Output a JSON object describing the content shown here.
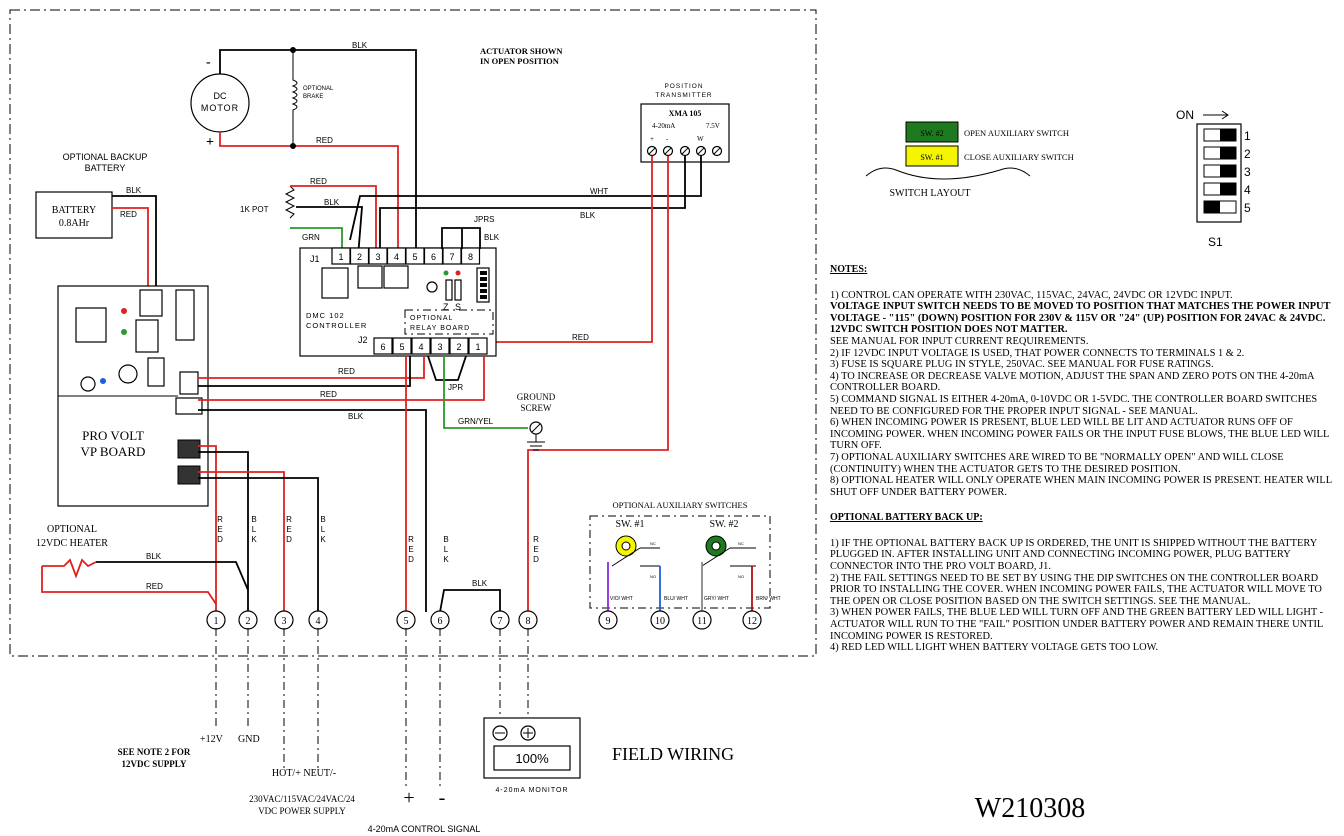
{
  "labels": {
    "actuator_note_1": "ACTUATOR SHOWN",
    "actuator_note_2": "IN OPEN POSITION",
    "dc_motor_1": "DC",
    "dc_motor_2": "MOTOR",
    "motor_minus": "-",
    "motor_plus": "+",
    "optional_brake_1": "OPTIONAL",
    "optional_brake_2": "BRAKE",
    "backup_battery_1": "OPTIONAL BACKUP",
    "backup_battery_2": "BATTERY",
    "battery_1": "BATTERY",
    "battery_2": "0.8AHr",
    "pot": "1K POT",
    "position_transmitter_1": "POSITION",
    "position_transmitter_2": "TRANSMITTER",
    "xma": "XMA 105",
    "xma_420": "4-20mA",
    "xma_75v": "7.5V",
    "xma_plus": "+",
    "xma_minus": "-",
    "xma_w": "W",
    "jprs": "JPRS",
    "jpr": "JPR",
    "j1": "J1",
    "j2": "J2",
    "controller_1": "DMC 102",
    "controller_2": "CONTROLLER",
    "relay_board_1": "OPTIONAL",
    "relay_board_2": "RELAY BOARD",
    "z": "Z",
    "s": "S",
    "pro_volt_1": "PRO VOLT",
    "pro_volt_2": "VP BOARD",
    "heater_1": "OPTIONAL",
    "heater_2": "12VDC HEATER",
    "ground_1": "GROUND",
    "ground_2": "SCREW",
    "aux_switches": "OPTIONAL AUXILIARY SWITCHES",
    "sw1": "SW. #1",
    "sw2": "SW. #2",
    "switch_layout": "SWITCH LAYOUT",
    "sw2_tag": "SW. #2",
    "sw1_tag": "SW. #1",
    "open_aux": "OPEN AUXILIARY SWITCH",
    "close_aux": "CLOSE AUXILIARY SWITCH",
    "on": "ON",
    "s1": "S1",
    "plus12": "+12V",
    "gnd": "GND",
    "see_note_1": "SEE NOTE 2 FOR",
    "see_note_2": "12VDC SUPPLY",
    "hot_neut": "HOT/+ NEUT/-",
    "power_supply_1": "230VAC/115VAC/24VAC/24",
    "power_supply_2": "VDC POWER SUPPLY",
    "control_signal": "4-20mA CONTROL SIGNAL",
    "sig_plus": "+",
    "sig_minus": "-",
    "monitor_value": "100%",
    "monitor_label": "4-20mA MONITOR",
    "field_wiring": "FIELD WIRING",
    "drawing_number": "W210308",
    "blk": "BLK",
    "red": "RED",
    "wht": "WHT",
    "grn": "GRN",
    "grn_yel": "GRN/YEL",
    "vio_wht": "VIO/ WHT",
    "blu_wht": "BLU/ WHT",
    "gry_wht": "GRY/ WHT",
    "brn_wht": "BRN/ WHT",
    "nc": "NC",
    "no": "NO",
    "c": "C"
  },
  "j1_pins": [
    "1",
    "2",
    "3",
    "4",
    "5",
    "6",
    "7",
    "8"
  ],
  "j2_pins": [
    "6",
    "5",
    "4",
    "3",
    "2",
    "1"
  ],
  "dip_switches": [
    "1",
    "2",
    "3",
    "4",
    "5"
  ],
  "field_terminals": [
    "1",
    "2",
    "3",
    "4",
    "5",
    "6",
    "7",
    "8",
    "9",
    "10",
    "11",
    "12"
  ],
  "notes": {
    "heading": "NOTES:",
    "items": [
      "1) CONTROL CAN OPERATE WITH 230VAC, 115VAC, 24VAC, 24VDC OR 12VDC INPUT.",
      "VOLTAGE INPUT SWITCH NEEDS TO BE MOVED TO POSITION THAT MATCHES THE POWER INPUT VOLTAGE - \"115\" (DOWN) POSITION FOR 230V & 115V OR \"24\" (UP) POSITION FOR 24VAC & 24VDC. 12VDC SWITCH POSITION DOES NOT MATTER.",
      "SEE MANUAL FOR INPUT CURRENT REQUIREMENTS.",
      "2) IF 12VDC INPUT VOLTAGE IS USED, THAT POWER CONNECTS TO TERMINALS 1 & 2.",
      "3) FUSE IS SQUARE PLUG IN STYLE, 250VAC. SEE MANUAL FOR FUSE RATINGS.",
      "4) TO INCREASE OR DECREASE VALVE MOTION, ADJUST THE SPAN AND ZERO POTS ON THE 4-20mA CONTROLLER BOARD.",
      "5) COMMAND SIGNAL IS EITHER 4-20mA, 0-10VDC OR 1-5VDC. THE CONTROLLER BOARD SWITCHES NEED TO BE CONFIGURED FOR THE PROPER INPUT SIGNAL - SEE MANUAL.",
      "6) WHEN INCOMING POWER IS PRESENT, BLUE LED WILL BE LIT AND ACTUATOR RUNS OFF OF INCOMING POWER. WHEN INCOMING POWER FAILS OR THE INPUT FUSE BLOWS, THE BLUE LED WILL TURN OFF.",
      "7) OPTIONAL AUXILIARY SWITCHES ARE WIRED TO BE \"NORMALLY OPEN\" AND WILL CLOSE (CONTINUITY) WHEN THE ACTUATOR GETS TO THE DESIRED POSITION.",
      "8) OPTIONAL HEATER WILL ONLY OPERATE WHEN MAIN INCOMING POWER IS PRESENT. HEATER WILL SHUT OFF UNDER BATTERY POWER."
    ]
  },
  "battery_notes": {
    "heading": "OPTIONAL BATTERY BACK UP:",
    "items": [
      "1) IF THE OPTIONAL BATTERY BACK UP IS ORDERED, THE UNIT IS SHIPPED WITHOUT THE BATTERY PLUGGED IN. AFTER INSTALLING UNIT AND CONNECTING INCOMING POWER, PLUG BATTERY CONNECTOR INTO THE PRO VOLT BOARD, J1.",
      "2) THE FAIL SETTINGS NEED TO BE SET BY USING THE DIP SWITCHES ON THE CONTROLLER BOARD PRIOR TO INSTALLING THE COVER. WHEN INCOMING POWER FAILS, THE ACTUATOR WILL MOVE TO THE OPEN OR CLOSE POSITION BASED ON THE SWITCH SETTINGS. SEE THE MANUAL.",
      "3) WHEN POWER FAILS, THE BLUE LED WILL TURN OFF AND THE GREEN BATTERY LED WILL LIGHT - ACTUATOR WILL RUN TO THE \"FAIL\" POSITION UNDER BATTERY POWER AND REMAIN THERE UNTIL INCOMING POWER IS RESTORED.",
      "4) RED LED WILL LIGHT WHEN BATTERY VOLTAGE GETS TOO LOW."
    ]
  },
  "colors": {
    "red_wire": "#e02020",
    "green_wire": "#2a9a2a",
    "sw2_fill": "#1e7a1e",
    "sw1_fill": "#f5f500"
  }
}
